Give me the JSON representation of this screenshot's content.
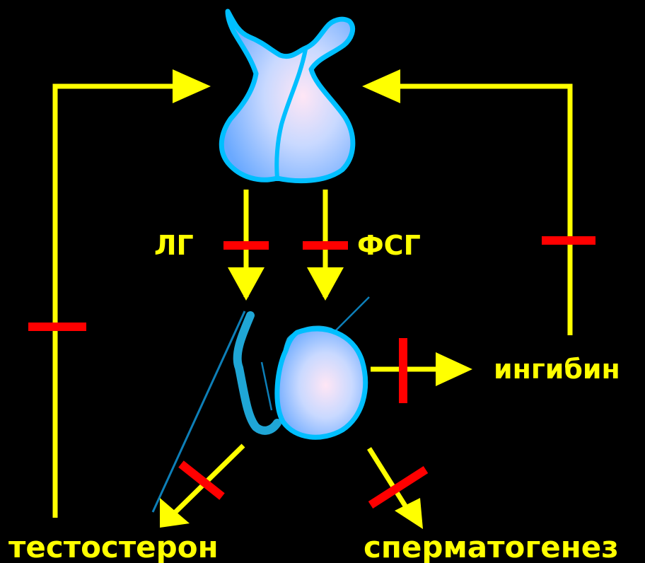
{
  "labels": {
    "lh": "ЛГ",
    "fsh": "ФСГ",
    "inhibin": "ингибин",
    "testosterone": "тестостерон",
    "spermatogenesis": "сперматогенез"
  },
  "colors": {
    "background": "#000000",
    "arrow": "#ffff00",
    "inhibit_bar": "#ff0000",
    "text": "#ffff00",
    "organ_outline": "#00bfff",
    "organ_fill_center": "#ffe6f5",
    "organ_fill_edge": "#6aa9ff",
    "epididymis": "#1fa6d6",
    "epididymis_thin": "#0d7fb8"
  },
  "icons": {
    "pituitary": "pituitary-gland-icon",
    "testis": "testis-icon"
  }
}
